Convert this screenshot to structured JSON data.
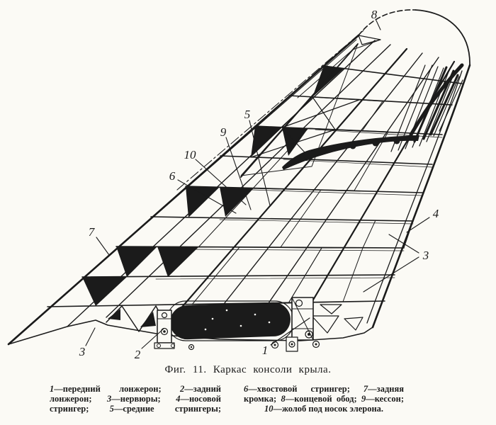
{
  "figure": {
    "title": "Фиг. 11. Каркас консоли крыла.",
    "callouts": [
      {
        "label": "1"
      },
      {
        "label": "2"
      },
      {
        "label": "3"
      },
      {
        "label": "4"
      },
      {
        "label": "5"
      },
      {
        "label": "6"
      },
      {
        "label": "7"
      },
      {
        "label": "8"
      },
      {
        "label": "9"
      },
      {
        "label": "10"
      }
    ],
    "legend": {
      "left": [
        [
          {
            "t": "1",
            "it": true
          },
          {
            "t": "—передний лонжерон; ",
            "it": false
          },
          {
            "t": "2",
            "it": true
          },
          {
            "t": "—задний",
            "it": false
          }
        ],
        [
          {
            "t": "лонжерон; ",
            "it": false
          },
          {
            "t": "3",
            "it": true
          },
          {
            "t": "—нервюры; ",
            "it": false
          },
          {
            "t": "4",
            "it": true
          },
          {
            "t": "—носовой",
            "it": false
          }
        ],
        [
          {
            "t": "стрингер; ",
            "it": false
          },
          {
            "t": "5",
            "it": true
          },
          {
            "t": "—средние стрингеры;",
            "it": false
          }
        ]
      ],
      "right": [
        [
          {
            "t": "6",
            "it": true
          },
          {
            "t": "—хвостовой стрингер; ",
            "it": false
          },
          {
            "t": "7",
            "it": true
          },
          {
            "t": "—задняя",
            "it": false
          }
        ],
        [
          {
            "t": "кромка; ",
            "it": false
          },
          {
            "t": "8",
            "it": true
          },
          {
            "t": "—концевой обод; ",
            "it": false
          },
          {
            "t": "9",
            "it": true
          },
          {
            "t": "—кессон;",
            "it": false
          }
        ],
        [
          {
            "t": "10",
            "it": true
          },
          {
            "t": "—жолоб под носок элерона.",
            "it": false
          }
        ]
      ]
    },
    "parts": [
      {
        "num": "1",
        "name": "передний лонжерон"
      },
      {
        "num": "2",
        "name": "задний лонжерон"
      },
      {
        "num": "3",
        "name": "нервюры"
      },
      {
        "num": "4",
        "name": "носовой стрингер"
      },
      {
        "num": "5",
        "name": "средние стрингеры"
      },
      {
        "num": "6",
        "name": "хвостовой стрингер"
      },
      {
        "num": "7",
        "name": "задняя кромка"
      },
      {
        "num": "8",
        "name": "концевой обод"
      },
      {
        "num": "9",
        "name": "кессон"
      },
      {
        "num": "10",
        "name": "жолоб под носок элерона"
      }
    ],
    "colors": {
      "ink": "#1b1b1b",
      "paper": "#fbfaf5"
    }
  }
}
